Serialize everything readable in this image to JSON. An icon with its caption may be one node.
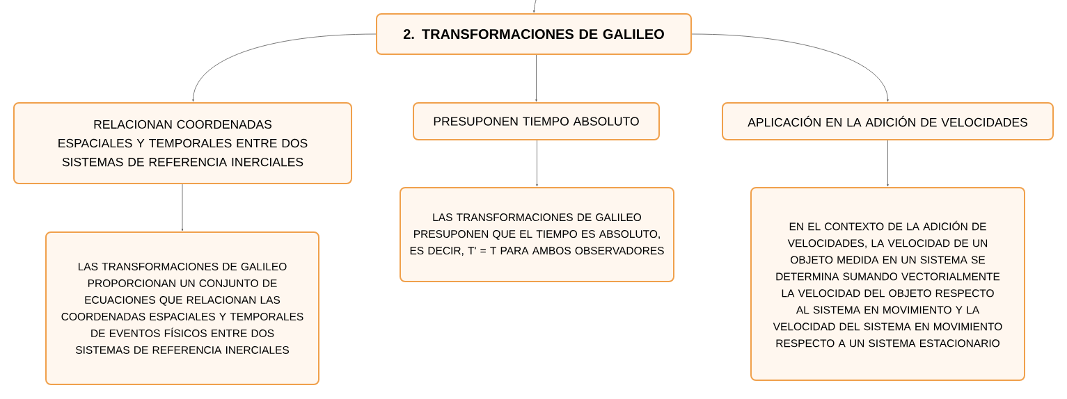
{
  "diagram": {
    "nodes": [
      {
        "text": [
          "2. TRANSFORMACIONES DE GALILEO"
        ]
      },
      {
        "text": [
          "RELACIONAN COORDENADAS ESPACIALES Y TEMPORALES ENTRE DOS SISTEMAS DE REFERENCIA INERCIALES"
        ]
      },
      {
        "text": [
          "LAS TRANSFORMACIONES DE GALILEO PROPORCIONAN UN CONJUNTO DE ECUACIONES QUE RELACIONAN LAS COORDENADAS ESPACIALES Y TEMPORALES DE EVENTOS FÍSICOS ENTRE DOS SISTEMAS DE REFERENCIA INERCIALES"
        ]
      },
      {
        "text": [
          "PRESUPONEN TIEMPO ABSOLUTO"
        ]
      },
      {
        "text": [
          "LAS TRANSFORMACIONES DE GALILEO PRESUPONEN QUE EL TIEMPO ES ABSOLUTO, ES DECIR, T' = T PARA AMBOS OBSERVADORES"
        ]
      },
      {
        "text": [
          "APLICACIÓN EN LA ADICIÓN DE VELOCIDADES"
        ]
      },
      {
        "text": [
          "EN EL CONTEXTO DE LA ADICIÓN DE VELOCIDADES, LA VELOCIDAD DE UN OBJETO MEDIDA EN UN SISTEMA SE DETERMINA SUMANDO VECTORIALMENTE LA VELOCIDAD DEL OBJETO RESPECTO AL SISTEMA EN MOVIMIENTO Y LA VELOCIDAD DEL SISTEMA EN MOVIMIENTO RESPECTO A UN SISTEMA ESTACIONARIO"
        ]
      }
    ],
    "edges": [
      {
        "from": null,
        "to": 0,
        "arrow": "to"
      },
      {
        "from": 0,
        "to": 1,
        "arrow": "to"
      },
      {
        "from": 0,
        "to": 3,
        "arrow": "to"
      },
      {
        "from": 0,
        "to": 5,
        "arrow": "to"
      },
      {
        "from": 1,
        "to": 2,
        "arrow": "to"
      },
      {
        "from": 3,
        "to": 4,
        "arrow": "to"
      },
      {
        "from": 5,
        "to": 6,
        "arrow": "to"
      }
    ]
  }
}
